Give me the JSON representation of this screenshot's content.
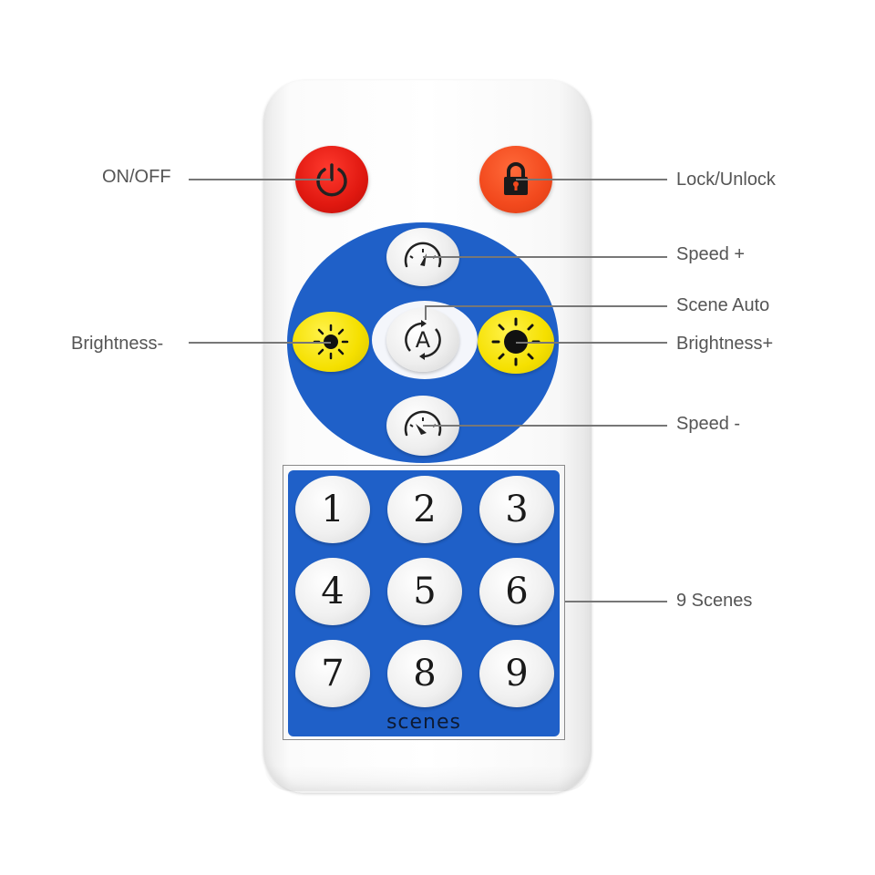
{
  "callouts": {
    "on_off": "ON/OFF",
    "lock_unlock": "Lock/Unlock",
    "speed_plus": "Speed +",
    "scene_auto": "Scene Auto",
    "brightness_minus": "Brightness-",
    "brightness_plus": "Brightness+",
    "speed_minus": "Speed -",
    "nine_scenes": "9 Scenes"
  },
  "scene_buttons": [
    "1",
    "2",
    "3",
    "4",
    "5",
    "6",
    "7",
    "8",
    "9"
  ],
  "scenes_label": "scenes",
  "auto_glyph": "A",
  "colors": {
    "power": "#e01810",
    "lock": "#f2491d",
    "panel_blue": "#1f60c8",
    "brightness_yellow": "#f5e000"
  },
  "icons": {
    "power": "power-icon",
    "lock": "padlock-icon",
    "speed_up": "speedometer-icon",
    "speed_down": "speedometer-icon",
    "auto": "auto-cycle-icon",
    "brightness_down": "sun-small-icon",
    "brightness_up": "sun-large-icon"
  }
}
